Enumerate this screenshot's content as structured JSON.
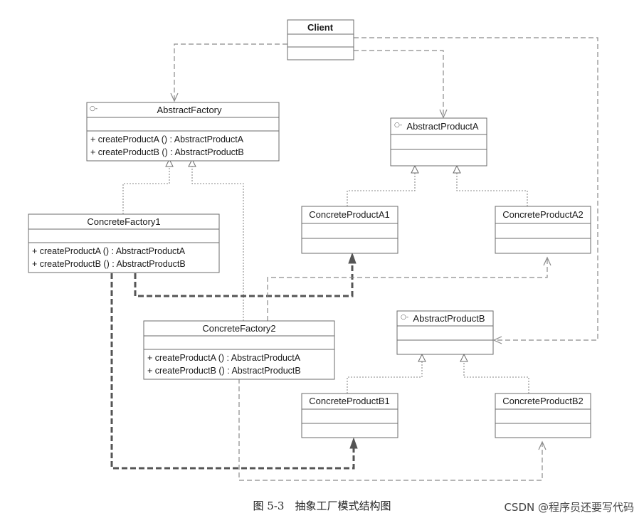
{
  "diagram": {
    "classes": {
      "client": {
        "name": "Client"
      },
      "abstract_factory": {
        "name": "AbstractFactory",
        "stereotype": "○-",
        "ops": [
          "+ createProductA () : AbstractProductA",
          "+ createProductB () : AbstractProductB"
        ]
      },
      "concrete_factory1": {
        "name": "ConcreteFactory1",
        "ops": [
          "+ createProductA () : AbstractProductA",
          "+ createProductB () : AbstractProductB"
        ]
      },
      "concrete_factory2": {
        "name": "ConcreteFactory2",
        "ops": [
          "+ createProductA () : AbstractProductA",
          "+ createProductB () : AbstractProductB"
        ]
      },
      "abstract_product_a": {
        "name": "AbstractProductA",
        "stereotype": "○-"
      },
      "concrete_product_a1": {
        "name": "ConcreteProductA1"
      },
      "concrete_product_a2": {
        "name": "ConcreteProductA2"
      },
      "abstract_product_b": {
        "name": "AbstractProductB",
        "stereotype": "○-"
      },
      "concrete_product_b1": {
        "name": "ConcreteProductB1"
      },
      "concrete_product_b2": {
        "name": "ConcreteProductB2"
      }
    },
    "relations": [
      {
        "type": "dependency",
        "from": "Client",
        "to": "AbstractFactory"
      },
      {
        "type": "dependency",
        "from": "Client",
        "to": "AbstractProductA"
      },
      {
        "type": "dependency",
        "from": "Client",
        "to": "AbstractProductB"
      },
      {
        "type": "realization",
        "from": "ConcreteFactory1",
        "to": "AbstractFactory"
      },
      {
        "type": "realization",
        "from": "ConcreteFactory2",
        "to": "AbstractFactory"
      },
      {
        "type": "realization",
        "from": "ConcreteProductA1",
        "to": "AbstractProductA"
      },
      {
        "type": "realization",
        "from": "ConcreteProductA2",
        "to": "AbstractProductA"
      },
      {
        "type": "realization",
        "from": "ConcreteProductB1",
        "to": "AbstractProductB"
      },
      {
        "type": "realization",
        "from": "ConcreteProductB2",
        "to": "AbstractProductB"
      },
      {
        "type": "dependency",
        "from": "ConcreteFactory1",
        "to": "ConcreteProductA1"
      },
      {
        "type": "dependency",
        "from": "ConcreteFactory1",
        "to": "ConcreteProductB1"
      },
      {
        "type": "dependency",
        "from": "ConcreteFactory2",
        "to": "ConcreteProductA2"
      },
      {
        "type": "dependency",
        "from": "ConcreteFactory2",
        "to": "ConcreteProductB2"
      }
    ]
  },
  "caption": "图 5-3　抽象工厂模式结构图",
  "watermark": "CSDN @程序员还要写代码"
}
